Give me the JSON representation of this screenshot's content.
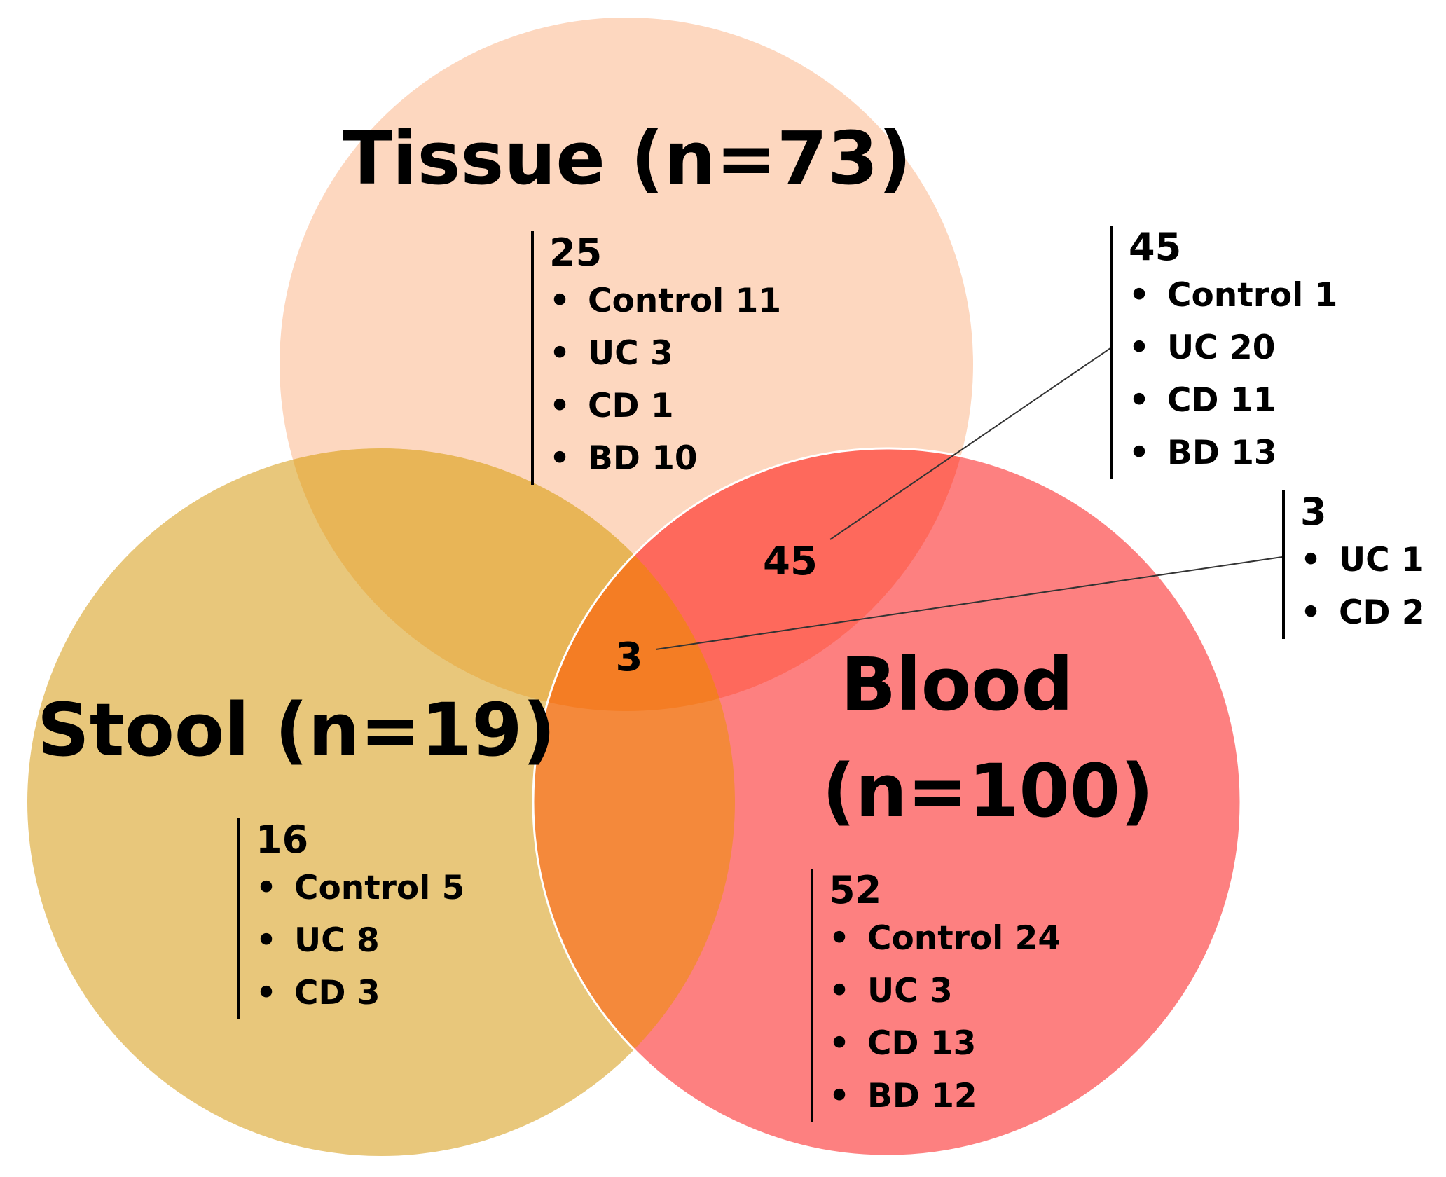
{
  "sets": {
    "tissue": {
      "label": "Tissue (n=73)",
      "color": "#fdd7bf"
    },
    "stool": {
      "label": "Stool (n=19)",
      "color": "#e8c77b"
    },
    "blood": {
      "label": "Blood (n=100)",
      "label_line1": "Blood",
      "label_line2": "(n=100)",
      "color": "#fd8080"
    }
  },
  "region_colors": {
    "tissue_stool": "#e8b557",
    "tissue_blood": "#fe695c",
    "stool_blood": "#f4893b",
    "all_three": "#f47d24"
  },
  "regions": {
    "tissue_only": {
      "count": "25",
      "items": [
        "Control 11",
        "UC 3",
        "CD 1",
        "BD 10"
      ]
    },
    "stool_only": {
      "count": "16",
      "items": [
        "Control 5",
        "UC 8",
        "CD 3"
      ]
    },
    "blood_only": {
      "count": "52",
      "items": [
        "Control 24",
        "UC 3",
        "CD 13",
        "BD 12"
      ]
    },
    "tissue_blood": {
      "count": "45",
      "items": [
        "Control 1",
        "UC 20",
        "CD 11",
        "BD 13"
      ]
    },
    "all_three": {
      "count": "3",
      "items": [
        "UC 1",
        "CD 2"
      ]
    }
  }
}
